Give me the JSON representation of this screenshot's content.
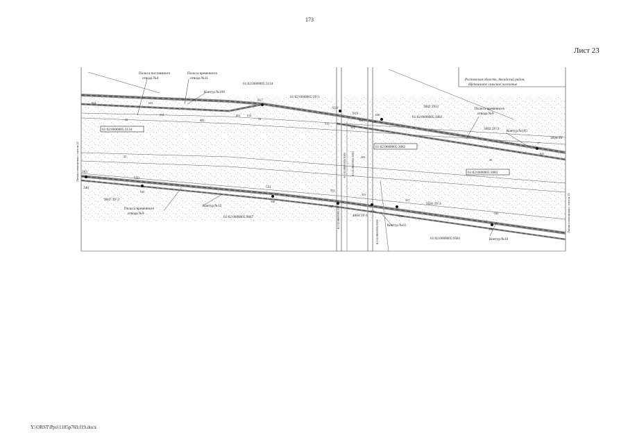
{
  "header": {
    "page_number": "173",
    "sheet_label": "Лист 23"
  },
  "footer": {
    "file_path": "Y:\\ORST\\Ppo\\1105p769.f19.docx"
  },
  "map": {
    "region_note": [
      "Ростовская область, Аксайский район,",
      "Щепкинское сельское поселение"
    ],
    "side_left": "Линия совмещения с листом 22",
    "side_right": "Линия совмещения с листом 22",
    "labels": {
      "strip_permanent_4": [
        "Полоса постоянного",
        "отвода №4"
      ],
      "strip_temp_11": [
        "Полоса временного",
        "отвода №11"
      ],
      "strip_temp_9_top": [
        "Полоса временного",
        "отвода №9"
      ],
      "strip_temp_9_bot": [
        "Полоса временного",
        "отвода №9"
      ],
      "contour_106": "Контур №106",
      "contour_105": "Контур №105",
      "contour_12": "Контур №12",
      "contour_61": "Контур №61",
      "contour_10": "Контур №10",
      "parcel_top1": "61:02:0600005:3134",
      "parcel_top2": "61:02:0600005:ЗУ/1",
      "parcel_top3": "61:02:0600005:3082",
      "parcel_box_left": "61:02:0600005:3134",
      "parcel_box_mid": "61:02:0600005:3082",
      "parcel_box_right": "61:02:0600005:3083",
      "parcel_bot1": "61:02:0600005:9047",
      "parcel_bot2": "61:02:0600005:9581",
      "parcel_vert1": "61:02:0600005:ЗУ/1",
      "parcel_vert2": "61:02:0600005:9581",
      "parcel_vert3": "61:02:0600005:3083",
      "parcel_vert4": "61:02:0600005:3083",
      "num_3082_3": "3082:ЗУ/3",
      "num_3082_2": "3082:ЗУ/2",
      "num_9047": "9047:ЗУ/2",
      "num_9581": "9581:ЗУ/1",
      "num_3094": "3094:ЗУ",
      "num_4084": "4084:ЗУ/1",
      "n917": "917",
      "n918": "918",
      "n919": "919",
      "n633": "633",
      "n834": "834",
      "n633b": "633",
      "n532": "532",
      "n882": "882",
      "n851": "851",
      "n512": "512",
      "n513": "513",
      "n324": "324",
      "n645": "645",
      "n646": "646",
      "n17": "17",
      "n641": "641",
      "n363": "363",
      "n340": "340",
      "n550": "550",
      "n530": "530",
      "n551": "551",
      "n338": "338",
      "n552": "552",
      "n337": "337",
      "n553": "553",
      "n336": "336",
      "n357": "357",
      "n354": "354",
      "n356": "356",
      "n535": "535",
      "n301": "301",
      "n302": "302",
      "n23": "23",
      "n24": "24",
      "n25": "25",
      "n26": "26"
    }
  },
  "colors": {
    "line": "#333333",
    "hatch": "#8a8a8a",
    "dash": "#444444",
    "noise": "#9a9a9a"
  }
}
